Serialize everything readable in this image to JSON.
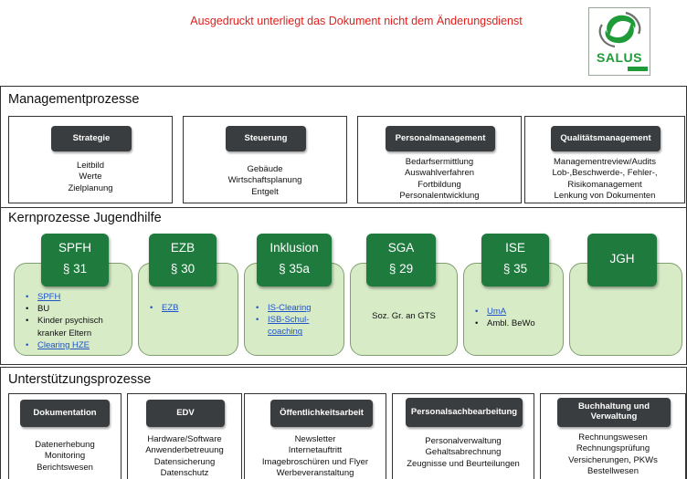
{
  "header": {
    "warning": "Ausgedruckt unterliegt das Dokument nicht dem Änderungsdienst",
    "logo_text": "SALUS",
    "logo_color": "#1f9b3a"
  },
  "management": {
    "title": "Managementprozesse",
    "boxes": [
      {
        "label": "Strategie",
        "lines": [
          "Leitbild",
          "Werte",
          "Zielplanung"
        ]
      },
      {
        "label": "Steuerung",
        "lines": [
          "Gebäude",
          "Wirtschaftsplanung",
          "Entgelt"
        ]
      },
      {
        "label": "Personalmanagement",
        "lines": [
          "Bedarfsermittlung",
          "Auswahlverfahren",
          "Fortbildung",
          "Personalentwicklung"
        ]
      },
      {
        "label": "Qualitätsmanagement",
        "lines": [
          "Managementreview/Audits",
          "Lob-,Beschwerde-, Fehler-,",
          "Risikomanagement",
          "Lenkung von Dokumenten"
        ]
      }
    ]
  },
  "kern": {
    "title": "Kernprozesse Jugendhilfe",
    "accent": "#1e7a3d",
    "fill": "#d7ebc7",
    "link_color": "#1f53c7",
    "boxes": [
      {
        "name": "SPFH",
        "para": "§ 31",
        "items": [
          "SPFH",
          "BU",
          "Kinder psychisch kranker Eltern",
          "Clearing HZE"
        ]
      },
      {
        "name": "EZB",
        "para": "§ 30",
        "items": [
          "EZB"
        ]
      },
      {
        "name": "Inklusion",
        "para": "§ 35a",
        "items": [
          "IS-Clearing",
          "ISB-Schul-coaching"
        ]
      },
      {
        "name": "SGA",
        "para": "§ 29",
        "text": "Soz. Gr. an GTS"
      },
      {
        "name": "ISE",
        "para": "§ 35",
        "items": [
          "UmA",
          "Ambl. BeWo"
        ]
      },
      {
        "name": "JGH",
        "para": ""
      }
    ]
  },
  "unterstuetzung": {
    "title": "Unterstützungsprozesse",
    "boxes": [
      {
        "label": "Dokumentation",
        "lines": [
          "Datenerhebung",
          "Monitoring",
          "Berichtswesen"
        ]
      },
      {
        "label": "EDV",
        "lines": [
          "Hardware/Software",
          "Anwenderbetreuung",
          "Datensicherung",
          "Datenschutz"
        ]
      },
      {
        "label": "Öffentlichkeitsarbeit",
        "lines": [
          "Newsletter",
          "Internetauftritt",
          "Imagebroschüren und Flyer",
          "Werbeveranstaltung"
        ]
      },
      {
        "label": "Personalsachbearbeitung",
        "lines": [
          "Personalverwaltung",
          "Gehaltsabrechnung",
          "Zeugnisse und Beurteilungen"
        ]
      },
      {
        "label": "Buchhaltung und Verwaltung",
        "lines": [
          "Rechnungswesen",
          "Rechnungsprüfung",
          "Versicherungen, PKWs",
          "Bestellwesen"
        ]
      }
    ]
  }
}
